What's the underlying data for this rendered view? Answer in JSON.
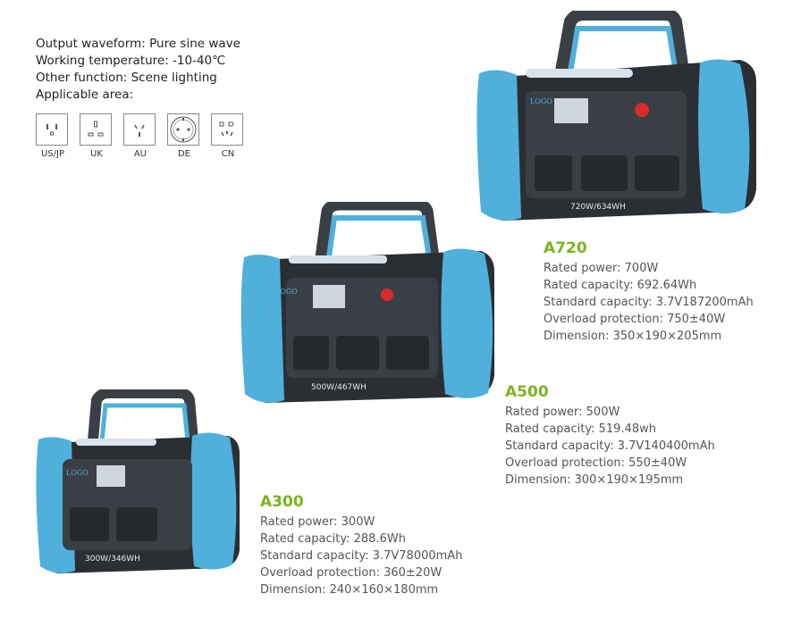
{
  "general": {
    "output_waveform": "Output waveform: Pure sine wave",
    "working_temperature": "Working temperature: -10-40℃",
    "other_function": "Other function: Scene lighting",
    "applicable_area": "Applicable area:"
  },
  "plugs": [
    {
      "label": "US/JP",
      "icon": "us-jp-socket-icon"
    },
    {
      "label": "UK",
      "icon": "uk-socket-icon"
    },
    {
      "label": "AU",
      "icon": "au-socket-icon"
    },
    {
      "label": "DE",
      "icon": "de-socket-icon"
    },
    {
      "label": "CN",
      "icon": "cn-socket-icon"
    }
  ],
  "models": {
    "a720": {
      "name": "A720",
      "rated_power": "Rated power: 700W",
      "rated_capacity": "Rated capacity: 692.64Wh",
      "standard_capacity": "Standard capacity: 3.7V187200mAh",
      "overload": "Overload protection: 750±40W",
      "dimension": "Dimension: 350×190×205mm",
      "panel_label": "720W/634WH"
    },
    "a500": {
      "name": "A500",
      "rated_power": "Rated power: 500W",
      "rated_capacity": "Rated capacity: 519.48wh",
      "standard_capacity": "Standard capacity: 3.7V140400mAh",
      "overload": "Overload protection: 550±40W",
      "dimension": "Dimension: 300×190×195mm",
      "panel_label": "500W/467WH"
    },
    "a300": {
      "name": "A300",
      "rated_power": "Rated power: 300W",
      "rated_capacity": "Rated capacity: 288.6Wh",
      "standard_capacity": "Standard capacity: 3.7V78000mAh",
      "overload": "Overload protection: 360±20W",
      "dimension": "Dimension: 240×160×180mm",
      "panel_label": "300W/346WH"
    }
  },
  "logo_text": "LOGO",
  "colors": {
    "accent_green": "#7ab51d",
    "bumper_blue": "#4fb0dc",
    "body_dark": "#2b2f33"
  }
}
